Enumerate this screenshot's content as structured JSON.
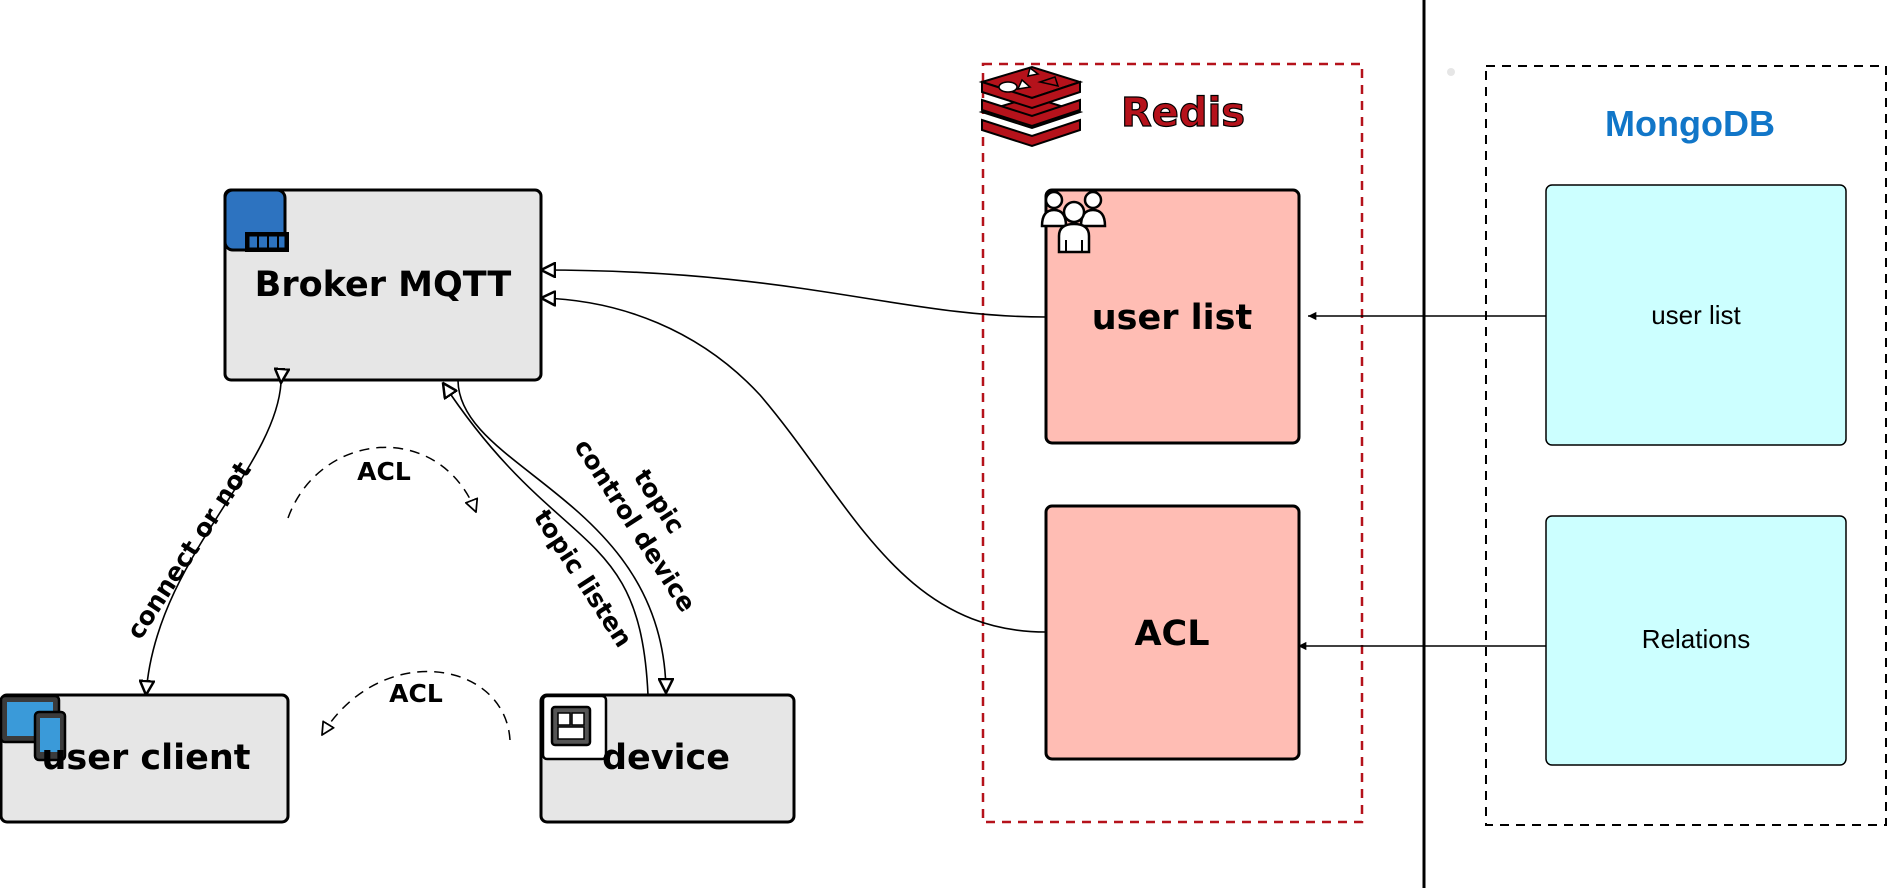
{
  "nodes": {
    "broker": "Broker MQTT",
    "user_client": "user client",
    "device": "device",
    "redis_user_list": "user list",
    "redis_acl": "ACL",
    "mongo_user_list": "user list",
    "mongo_relations": "Relations"
  },
  "containers": {
    "redis_title": "Redis",
    "mongodb_title": "MongoDB"
  },
  "edge_labels": {
    "connect_or_not": "connect or not",
    "acl_top": "ACL",
    "acl_bottom": "ACL",
    "topic_listen": "topic listen",
    "topic_control_line1": "topic",
    "topic_control_line2": "control device"
  },
  "colors": {
    "node_gray": "#e6e6e6",
    "redis_red": "#b5121b",
    "redis_box": "#ffbdb4",
    "mongo_box": "#ccffff",
    "mongo_blue": "#1176c8",
    "broker_icon_blue": "#2d73c0"
  },
  "icons": [
    "broker-server-icon",
    "tablet-devices-icon",
    "chip-device-icon",
    "redis-logo-icon",
    "users-group-icon"
  ]
}
